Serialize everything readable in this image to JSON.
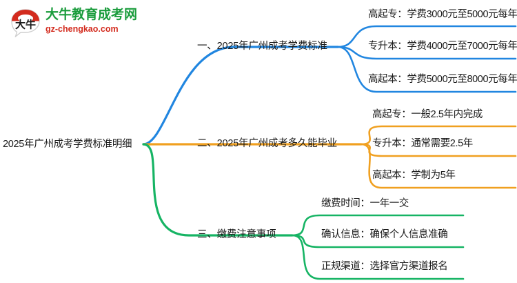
{
  "logo": {
    "mark_text": "大牛",
    "title": "大牛教育成考网",
    "subtitle": "gz-chengkao.com",
    "title_color": "#1a9c3c",
    "subtitle_color": "#d32b1e",
    "mark_color": "#d32b1e"
  },
  "mindmap": {
    "root": {
      "label": "2025年广州成考学费标准明细"
    },
    "branches": [
      {
        "label": "一、2025年广州成考学费标准",
        "color": "#2186e0",
        "leaves": [
          {
            "label": "高起专：学费3000元至5000元每年"
          },
          {
            "label": "专升本：学费4000元至7000元每年"
          },
          {
            "label": "高起本：学费5000元至8000元每年"
          }
        ]
      },
      {
        "label": "二、2025年广州成考多久能毕业",
        "color": "#f0a020",
        "leaves": [
          {
            "label": "高起专：一般2.5年内完成"
          },
          {
            "label": "专升本：通常需要2.5年"
          },
          {
            "label": "高起本：学制为5年"
          }
        ]
      },
      {
        "label": "三、缴费注意事项",
        "color": "#16b464",
        "leaves": [
          {
            "label": "缴费时间：一年一交"
          },
          {
            "label": "确认信息：确保个人信息准确"
          },
          {
            "label": "正规渠道：选择官方渠道报名"
          }
        ]
      }
    ]
  }
}
